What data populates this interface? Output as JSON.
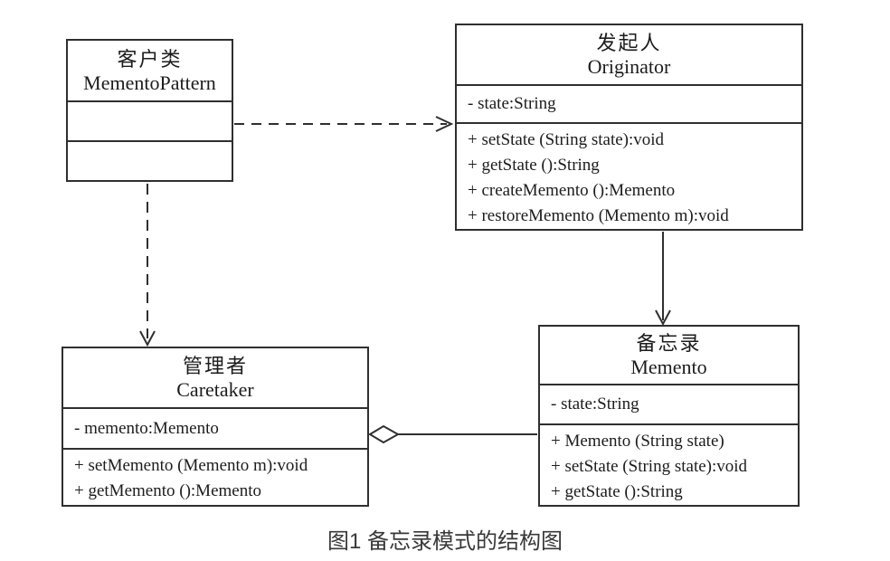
{
  "caption": "图1 备忘录模式的结构图",
  "colors": {
    "line": "#2f2f2f",
    "background": "#ffffff"
  },
  "classes": {
    "client": {
      "name_cn": "客户类",
      "name_en": "MementoPattern",
      "attributes": [],
      "methods": []
    },
    "originator": {
      "name_cn": "发起人",
      "name_en": "Originator",
      "attributes": [
        "- state:String"
      ],
      "methods": [
        "+ setState (String state):void",
        "+ getState ():String",
        "+ createMemento ():Memento",
        "+ restoreMemento (Memento m):void"
      ]
    },
    "caretaker": {
      "name_cn": "管理者",
      "name_en": "Caretaker",
      "attributes": [
        "- memento:Memento"
      ],
      "methods": [
        "+ setMemento (Memento m):void",
        "+ getMemento ():Memento"
      ]
    },
    "memento": {
      "name_cn": "备忘录",
      "name_en": "Memento",
      "attributes": [
        "- state:String"
      ],
      "methods": [
        "+ Memento (String state)",
        "+ setState (String state):void",
        "+ getState ():String"
      ]
    }
  },
  "relations": [
    {
      "from": "client",
      "to": "originator",
      "type": "dependency",
      "style": "dashed-open-arrow"
    },
    {
      "from": "client",
      "to": "caretaker",
      "type": "dependency",
      "style": "dashed-open-arrow"
    },
    {
      "from": "originator",
      "to": "memento",
      "type": "association",
      "style": "solid-open-arrow"
    },
    {
      "from": "caretaker",
      "to": "memento",
      "type": "aggregation",
      "style": "solid-open-diamond"
    }
  ]
}
